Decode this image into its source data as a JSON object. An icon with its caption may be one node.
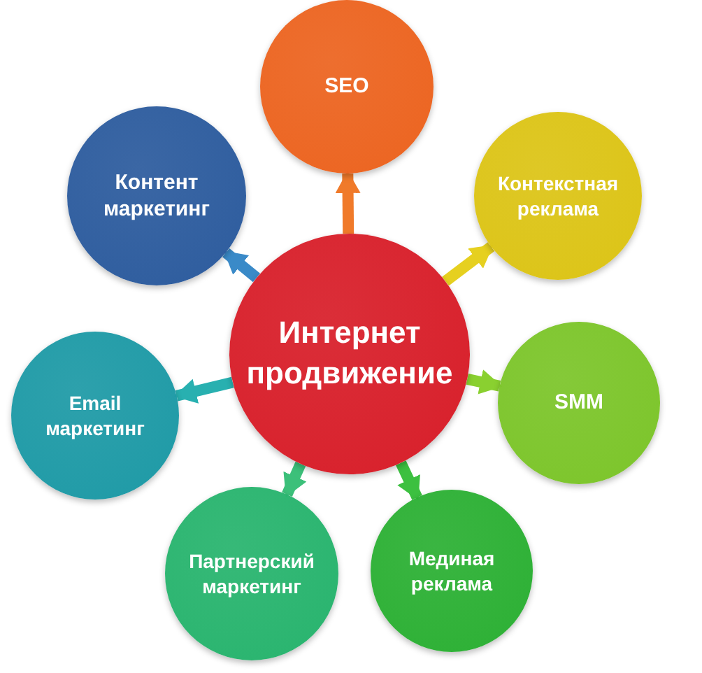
{
  "diagram": {
    "nodes": [
      {
        "text": [
          "Интернет продвижение"
        ]
      },
      {
        "text": [
          "SEO"
        ]
      },
      {
        "text": [
          "Контекстная реклама"
        ]
      },
      {
        "text": [
          "SMM"
        ]
      },
      {
        "text": [
          "Мединая реклама"
        ]
      },
      {
        "text": [
          "Партнерский маркетинг"
        ]
      },
      {
        "text": [
          "Email маркетинг"
        ]
      },
      {
        "text": [
          "Контент маркетинг"
        ]
      }
    ],
    "edges": [
      {
        "from": 0,
        "to": 1,
        "arrow": "to",
        "color": "#f07a2a"
      },
      {
        "from": 0,
        "to": 2,
        "arrow": "to",
        "color": "#e6d020"
      },
      {
        "from": 0,
        "to": 3,
        "arrow": "to",
        "color": "#8ad030"
      },
      {
        "from": 0,
        "to": 4,
        "arrow": "to",
        "color": "#3cc040"
      },
      {
        "from": 0,
        "to": 5,
        "arrow": "to",
        "color": "#3cc07a"
      },
      {
        "from": 0,
        "to": 6,
        "arrow": "to",
        "color": "#28b0b0"
      },
      {
        "from": 0,
        "to": 7,
        "arrow": "to",
        "color": "#3a8ac8"
      }
    ]
  }
}
